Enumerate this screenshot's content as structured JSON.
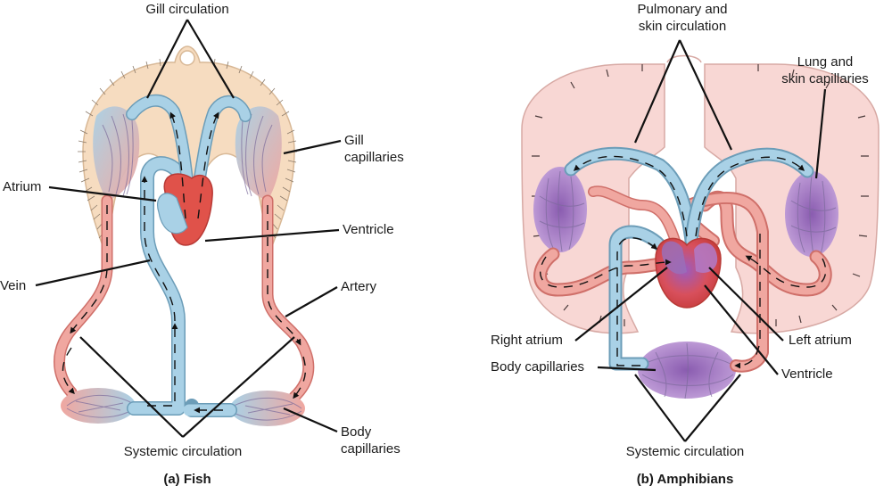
{
  "fish": {
    "caption": "(a) Fish",
    "labels": {
      "gill_circulation": "Gill circulation",
      "gill_capillaries_1": "Gill",
      "gill_capillaries_2": "capillaries",
      "atrium": "Atrium",
      "ventricle": "Ventricle",
      "vein": "Vein",
      "artery": "Artery",
      "systemic_circulation": "Systemic circulation",
      "body_capillaries_1": "Body",
      "body_capillaries_2": "capillaries"
    }
  },
  "amphibians": {
    "caption": "(b) Amphibians",
    "labels": {
      "pulmonary_1": "Pulmonary and",
      "pulmonary_2": "skin circulation",
      "lung_1": "Lung and",
      "lung_2": "skin capillaries",
      "right_atrium": "Right atrium",
      "left_atrium": "Left atrium",
      "body_capillaries": "Body capillaries",
      "ventricle": "Ventricle",
      "systemic_circulation": "Systemic circulation"
    }
  },
  "colors": {
    "deoxygenated": "#a9d1e6",
    "oxygenated": "#f0a7a0",
    "heart": "#e0524a",
    "mixed": "#9a6fb8",
    "gill_tissue": "#f6dcc0",
    "lung_tissue": "#f8d7d4"
  }
}
